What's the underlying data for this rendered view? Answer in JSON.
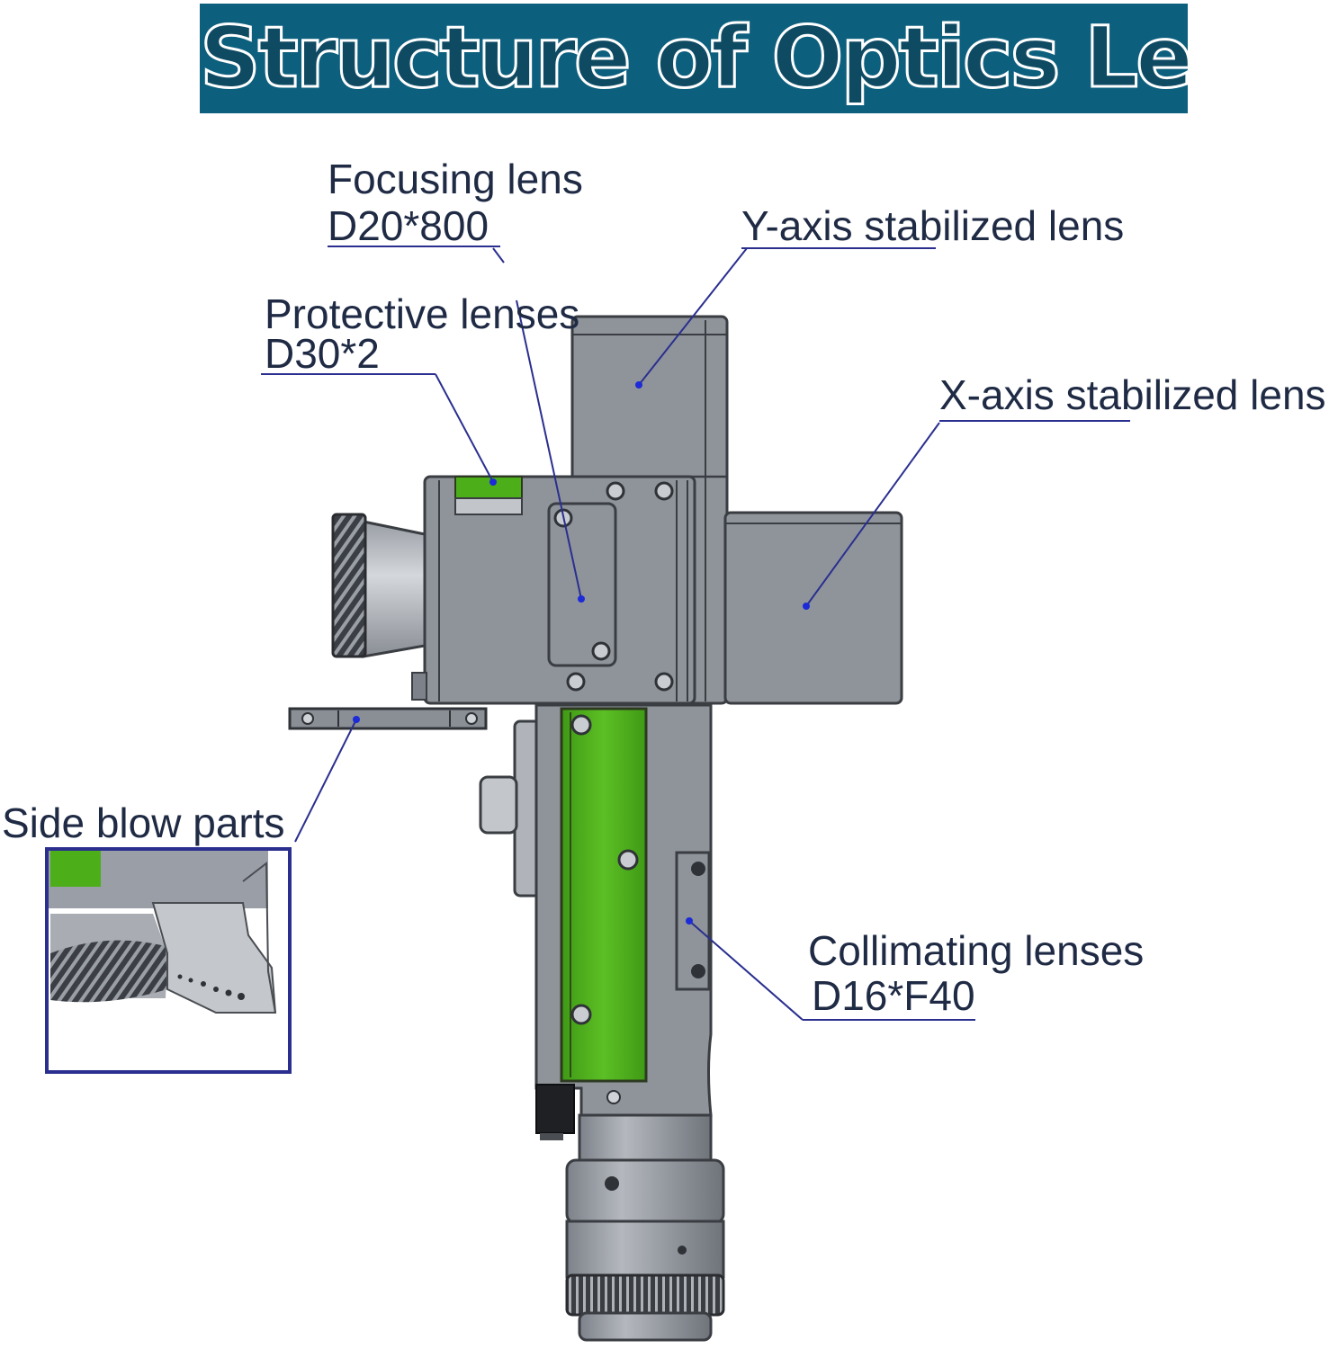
{
  "title": "Structure of Optics Lens",
  "labels": {
    "focusing": {
      "name": "Focusing lens",
      "spec": "D20*800"
    },
    "y_axis": {
      "name": "Y-axis stabilized lens"
    },
    "protective": {
      "name": "Protective lenses",
      "spec": "D30*2"
    },
    "x_axis": {
      "name": "X-axis stabilized lens"
    },
    "side_blow": {
      "name": "Side blow parts"
    },
    "collimating": {
      "name": "Collimating lenses",
      "spec": "D16*F40"
    }
  },
  "colors": {
    "banner": "#0d5f7e",
    "body_gray": "#8f949b",
    "accent_green": "#4caf1a",
    "callout_line": "#2a2f8f",
    "label_text": "#1f2a44"
  }
}
